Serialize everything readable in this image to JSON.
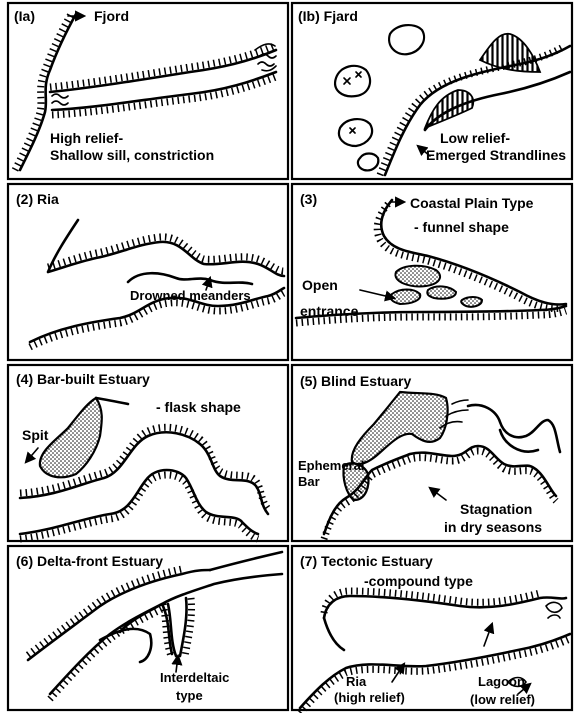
{
  "panels": [
    {
      "id": "1a",
      "title": "(Ia)",
      "subtitle": "Fjord",
      "notes": [
        "High relief-",
        "Shallow sill, constriction"
      ]
    },
    {
      "id": "1b",
      "title": "(Ib) Fjard",
      "notes": [
        "Low relief-",
        "Emerged Strandlines"
      ]
    },
    {
      "id": "2",
      "title": "(2) Ria",
      "notes": [
        "Drowned meanders"
      ]
    },
    {
      "id": "3",
      "title": "(3)",
      "subtitle": "Coastal Plain Type",
      "notes": [
        "- funnel shape",
        "Open",
        "entrance"
      ]
    },
    {
      "id": "4",
      "title": "(4) Bar-built Estuary",
      "notes": [
        "- flask shape",
        "Spit"
      ]
    },
    {
      "id": "5",
      "title": "(5) Blind Estuary",
      "notes": [
        "Ephemeral",
        "Bar",
        "Stagnation",
        "in dry seasons"
      ]
    },
    {
      "id": "6",
      "title": "(6) Delta-front Estuary",
      "notes": [
        "Interdeltaic",
        "type"
      ]
    },
    {
      "id": "7",
      "title": "(7) Tectonic Estuary",
      "notes": [
        "-compound type",
        "Ria",
        "(high relief)",
        "Lagoon",
        "(low relief)"
      ]
    }
  ]
}
